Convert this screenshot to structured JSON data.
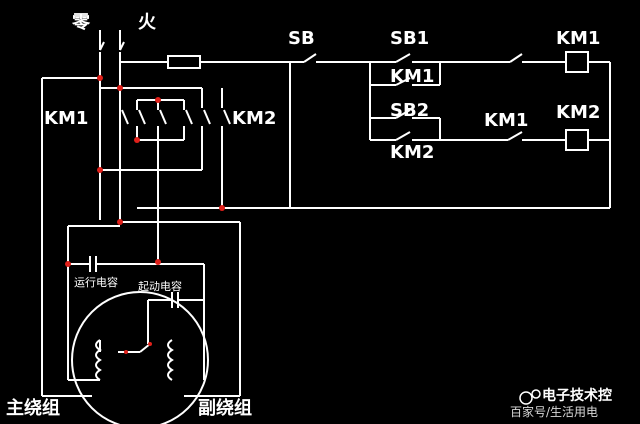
{
  "labels": {
    "neutral": "零",
    "live": "火",
    "km1_left": "KM1",
    "km2_left": "KM2",
    "sb": "SB",
    "sb1": "SB1",
    "km1_hold": "KM1",
    "sb2": "SB2",
    "km2_hold": "KM2",
    "km1_interlock": "KM1",
    "km1_coil": "KM1",
    "km2_coil": "KM2",
    "run_cap": "运行电容",
    "start_cap": "起动电容",
    "main_winding": "主绕组",
    "aux_winding": "副绕组"
  },
  "watermark": {
    "title": "电子技术控",
    "sub": "百家号/生活用电"
  },
  "colors": {
    "wire": "#ffffff",
    "node": "#e0201a",
    "background": "#000000"
  }
}
